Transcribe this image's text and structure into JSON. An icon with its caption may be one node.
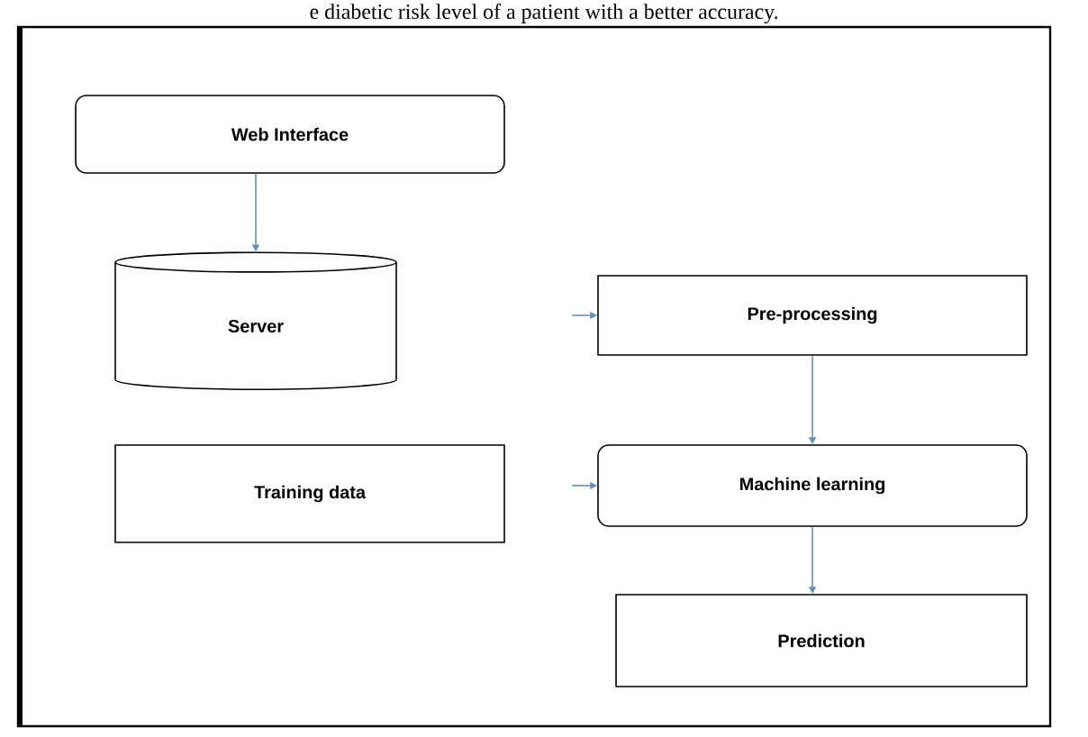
{
  "diagram": {
    "nodes": [
      {
        "text": [
          "Web Interface"
        ]
      },
      {
        "text": [
          "Server"
        ]
      },
      {
        "text": [
          "Pre-processing"
        ]
      },
      {
        "text": [
          "Training data"
        ]
      },
      {
        "text": [
          "Machine learning"
        ]
      },
      {
        "text": [
          "Prediction"
        ]
      }
    ],
    "edges": [
      {
        "from": 0,
        "to": 1,
        "arrow": "to"
      },
      {
        "from": 2,
        "to": 4,
        "arrow": "to"
      },
      {
        "from": 4,
        "to": 5,
        "arrow": "to"
      },
      {
        "from": null,
        "to": 2,
        "arrow": "to"
      },
      {
        "from": null,
        "to": 4,
        "arrow": "to"
      }
    ],
    "labels": [
      "e diabetic risk level of a patient with a better accuracy."
    ]
  }
}
